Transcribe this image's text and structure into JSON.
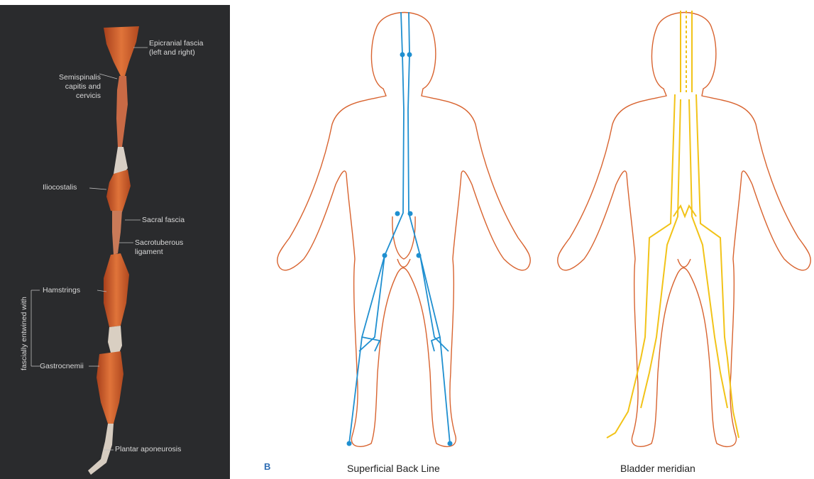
{
  "dissection": {
    "labels": {
      "epicranial": "Epicranial fascia (left and right)",
      "semispinalis": "Semispinalis capitis and cervicis",
      "iliocostalis": "Iliocostalis",
      "sacral_fascia": "Sacral fascia",
      "sacrotuberous": "Sacrotuberous ligament",
      "hamstrings": "Hamstrings",
      "gastrocnemii": "Gastrocnemii",
      "plantar": "Plantar aponeurosis",
      "entwined": "fascially entwined with"
    }
  },
  "figure_label": "B",
  "captions": {
    "left": "Superficial Back Line",
    "right": "Bladder meridian"
  },
  "colors": {
    "outline": "#d8632f",
    "back_line": "#1f8fd0",
    "meridian": "#f2c318",
    "panel": "#2a2b2d",
    "tissue": "#c8562a"
  }
}
